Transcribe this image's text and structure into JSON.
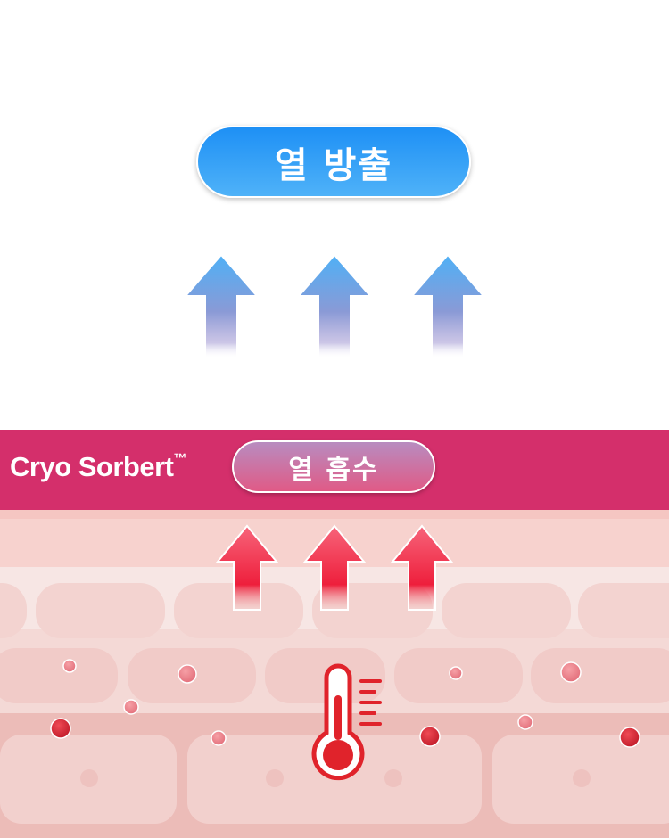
{
  "top_label": "열 방출",
  "brand": {
    "name": "Cryo Sorbert",
    "mark": "™"
  },
  "band_label": "열 흡수",
  "colors": {
    "top_pill": "#1e90f5",
    "band": "#d42f6b",
    "skin_light": "#f7d6d2",
    "skin_dark": "#ecb2ae",
    "heat_arrow": "#f0304a",
    "cool_arrow": "#5fb7f5",
    "thermometer": "#e0232b"
  },
  "icons": {
    "up_arrow": "up-arrow-icon",
    "thermometer": "thermometer-icon"
  }
}
